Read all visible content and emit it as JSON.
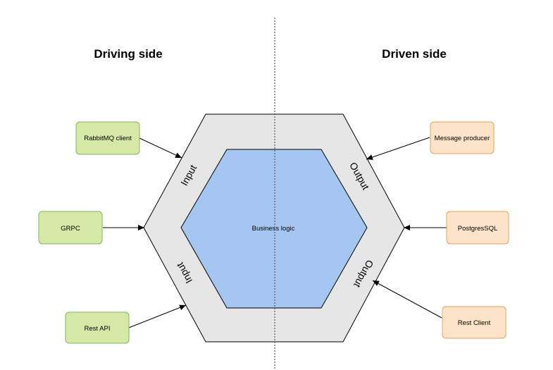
{
  "headings": {
    "driving": "Driving side",
    "driven": "Driven side"
  },
  "center": {
    "label": "Business logic"
  },
  "ports": {
    "input_upper": "Input",
    "input_lower": "Input",
    "output_upper": "Output",
    "output_lower": "Output"
  },
  "driving_adapters": [
    {
      "label": "RabbitMQ client"
    },
    {
      "label": "GRPC"
    },
    {
      "label": "Rest API"
    }
  ],
  "driven_adapters": [
    {
      "label": "Message producer"
    },
    {
      "label": "PostgresSQL"
    },
    {
      "label": "Rest Client"
    }
  ],
  "colors": {
    "outer_hexagon_fill": "#e6e6e6",
    "outer_hexagon_stroke": "#000000",
    "inner_hexagon_fill": "#a4c6f0",
    "driving_fill": "#d5e8a6",
    "driving_stroke": "#82b366",
    "driven_fill": "#fde3c8",
    "driven_stroke": "#e0a35a",
    "divider": "#555555"
  }
}
